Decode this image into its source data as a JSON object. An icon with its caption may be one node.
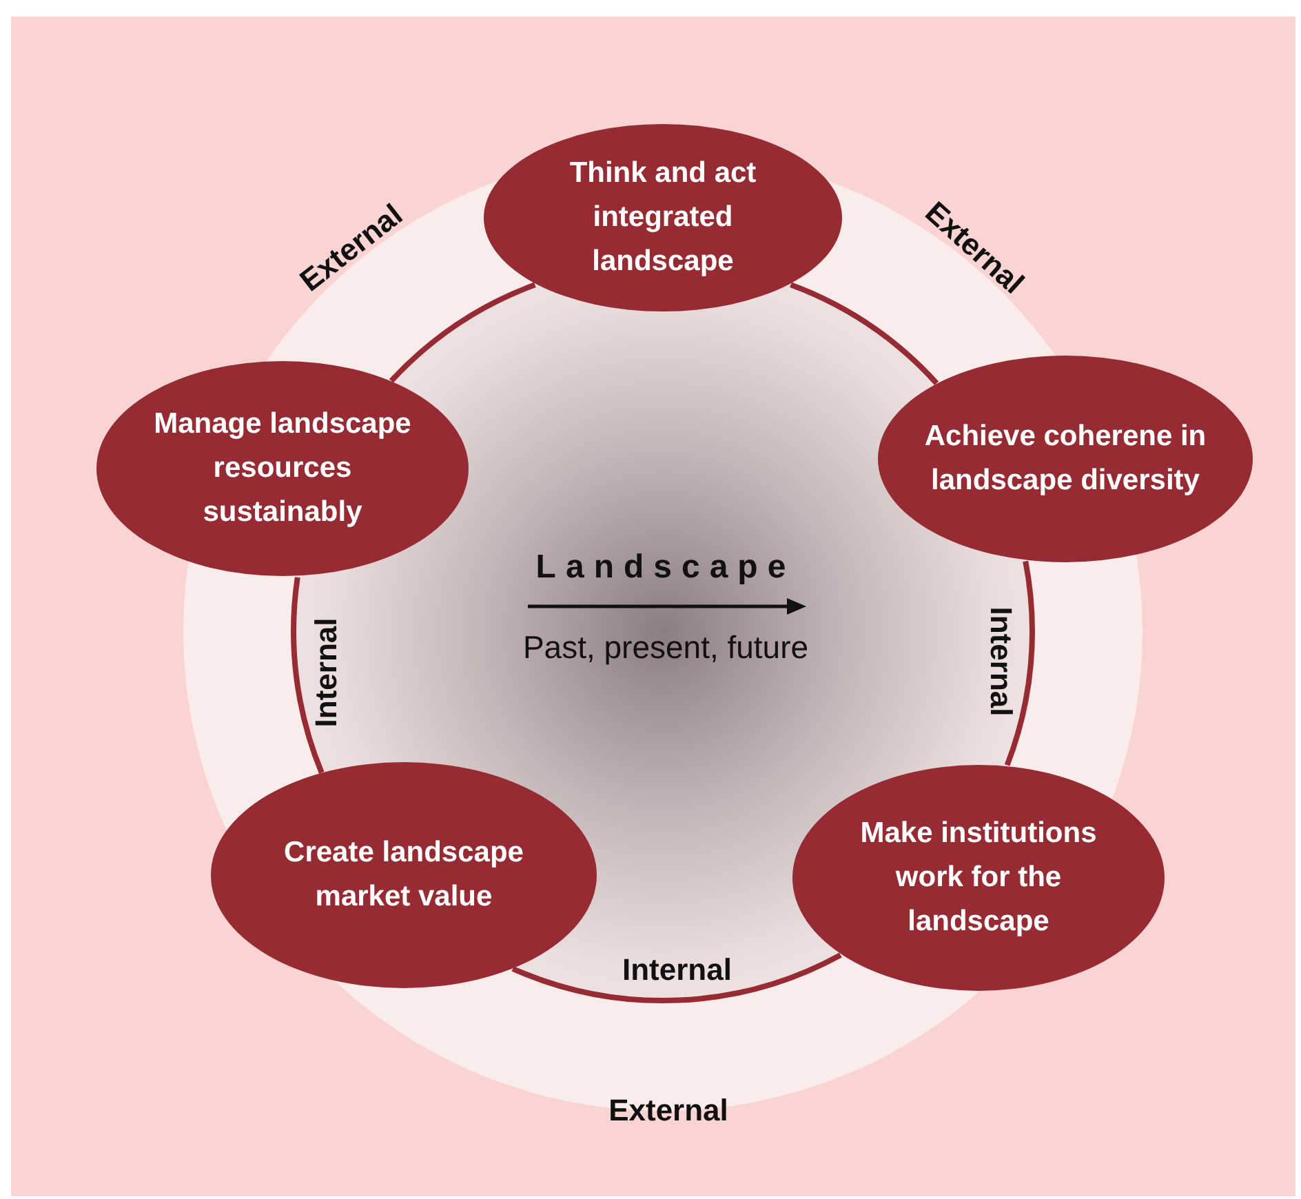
{
  "diagram": {
    "nodes": [
      {
        "text": [
          "Think and act integrated landscape"
        ]
      },
      {
        "text": [
          "Achieve coherene in landscape diversity"
        ]
      },
      {
        "text": [
          "Make institutions work for the landscape"
        ]
      },
      {
        "text": [
          "Create landscape market value"
        ]
      },
      {
        "text": [
          "Manage landscape resources sustainably"
        ]
      },
      {
        "text": [
          "Landscape",
          "Past, present, future"
        ]
      }
    ],
    "edges": [
      {
        "from": 0,
        "to": 1,
        "arrow": "none"
      },
      {
        "from": 1,
        "to": 2,
        "arrow": "none",
        "label": "Internal"
      },
      {
        "from": 2,
        "to": 3,
        "arrow": "none",
        "label": "Internal"
      },
      {
        "from": 3,
        "to": 4,
        "arrow": "none",
        "label": "Internal"
      },
      {
        "from": 4,
        "to": 0,
        "arrow": "none"
      }
    ],
    "labels": [
      "External",
      "External",
      "External"
    ]
  }
}
